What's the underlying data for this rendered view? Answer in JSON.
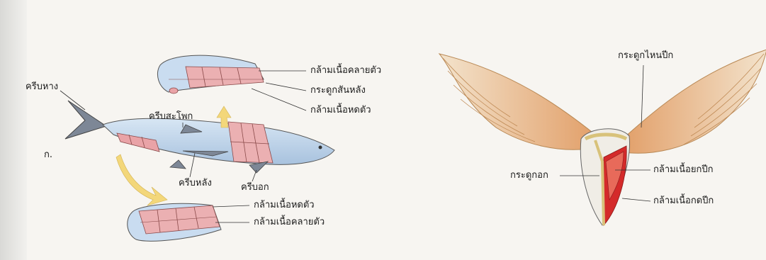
{
  "fish": {
    "label_ko": "ก.",
    "labels": {
      "caudal_fin": "ครีบหาง",
      "pelvic_fin": "ครีบสะโพก",
      "dorsal_fin": "ครีบหลัง",
      "pectoral_fin": "ครีบอก"
    },
    "top_section": {
      "relaxed_muscle": "กล้ามเนื้อคลายตัว",
      "backbone": "กระดูกสันหลัง",
      "contracted_muscle": "กล้ามเนื้อหดตัว"
    },
    "bottom_section": {
      "contracted_muscle": "กล้ามเนื้อหดตัว",
      "relaxed_muscle": "กล้ามเนื้อคลายตัว"
    }
  },
  "bird": {
    "labels": {
      "wishbone": "กระดูกไหนปีก",
      "sternum": "กระดูกอก",
      "wing_raising_muscle": "กล้ามเนื้อยกปีก",
      "wing_lowering_muscle": "กล้ามเนื้อกดปีก"
    }
  },
  "colors": {
    "fish_body": "#bcd3ea",
    "muscle": "#e9a3a7",
    "wing": "#e8b98a",
    "red_muscle": "#d42a2a",
    "arrow": "#f3d77a"
  }
}
